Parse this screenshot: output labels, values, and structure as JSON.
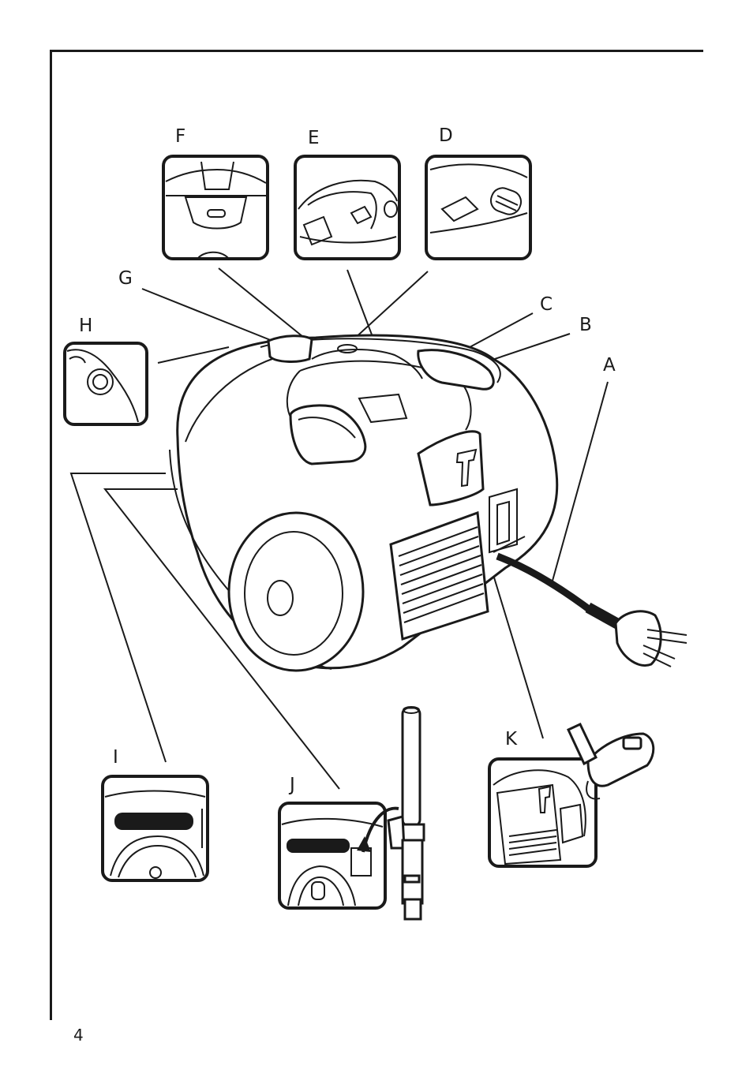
{
  "page": {
    "number": "4"
  },
  "labels": {
    "A": "A",
    "B": "B",
    "C": "C",
    "D": "D",
    "E": "E",
    "F": "F",
    "G": "G",
    "H": "H",
    "I": "I",
    "J": "J",
    "K": "K"
  }
}
